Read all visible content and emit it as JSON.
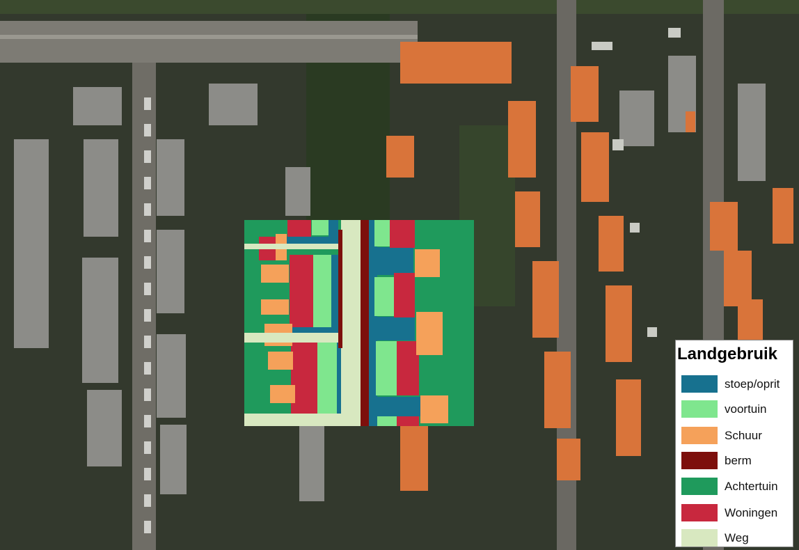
{
  "legend": {
    "title": "Landgebruik",
    "items": [
      {
        "label": "stoep/oprit",
        "color": "#17718f"
      },
      {
        "label": "voortuin",
        "color": "#7fe68e"
      },
      {
        "label": "Schuur",
        "color": "#f5a15a"
      },
      {
        "label": "berm",
        "color": "#7d0f0c"
      },
      {
        "label": "Achtertuin",
        "color": "#1f9a5c"
      },
      {
        "label": "Woningen",
        "color": "#c8283e"
      },
      {
        "label": "Weg",
        "color": "#d8e8c0"
      }
    ]
  },
  "imagery": {
    "background_color": "#33392d",
    "roof_orange": "#d9743a",
    "roof_gray": "#8c8c88",
    "road_color": "#7d7b74",
    "vegetation": "#2e3f24"
  }
}
